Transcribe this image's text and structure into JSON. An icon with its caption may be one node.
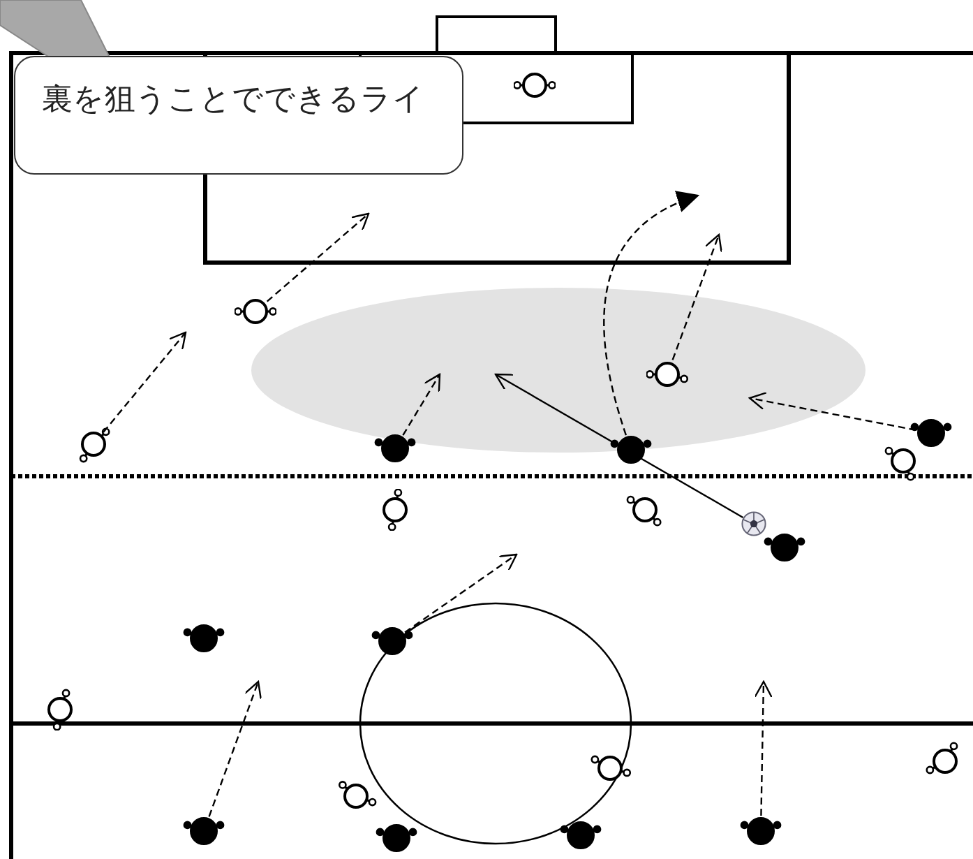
{
  "diagram": {
    "nodes": [
      {
        "text": [
          "裏を狙うことでできるライ"
        ]
      },
      {
        "text": [],
        "shape": "circle"
      },
      {
        "text": [],
        "shape": "circle"
      },
      {
        "text": [],
        "shape": "circle"
      },
      {
        "text": [],
        "shape": "circle"
      },
      {
        "text": [],
        "shape": "circle"
      },
      {
        "text": [],
        "shape": "circle"
      },
      {
        "text": [],
        "shape": "circle"
      },
      {
        "text": [],
        "shape": "circle"
      },
      {
        "text": [],
        "shape": "circle"
      },
      {
        "text": [],
        "shape": "circle"
      },
      {
        "text": [],
        "shape": "circle"
      },
      {
        "text": [],
        "shape": "circle"
      },
      {
        "text": [],
        "shape": "circle"
      },
      {
        "text": [],
        "shape": "circle"
      },
      {
        "text": [],
        "shape": "circle"
      },
      {
        "text": [],
        "shape": "circle"
      },
      {
        "text": [],
        "shape": "circle"
      },
      {
        "text": [],
        "shape": "circle"
      },
      {
        "text": [],
        "shape": "circle"
      },
      {
        "text": [],
        "shape": "circle"
      },
      {
        "text": [],
        "shape": "circle"
      },
      {
        "text": [],
        "shape": "circle"
      }
    ],
    "edges": [
      {
        "from": 5,
        "to": null,
        "arrow": "to",
        "style": "dashed"
      },
      {
        "from": 2,
        "to": null,
        "arrow": "to",
        "style": "dashed"
      },
      {
        "from": 6,
        "to": null,
        "arrow": "to",
        "style": "dashed"
      },
      {
        "from": 3,
        "to": null,
        "arrow": "to",
        "style": "dashed"
      },
      {
        "from": 7,
        "to": null,
        "arrow": "to",
        "style": "dashed"
      },
      {
        "from": 4,
        "to": null,
        "arrow": "to",
        "style": "dashed"
      },
      {
        "from": 11,
        "to": null,
        "arrow": "to"
      },
      {
        "from": 14,
        "to": null,
        "arrow": "to",
        "style": "dashed"
      },
      {
        "from": 19,
        "to": null,
        "arrow": "to",
        "style": "dashed"
      },
      {
        "from": 20,
        "to": null,
        "arrow": "to",
        "style": "dashed"
      }
    ]
  }
}
